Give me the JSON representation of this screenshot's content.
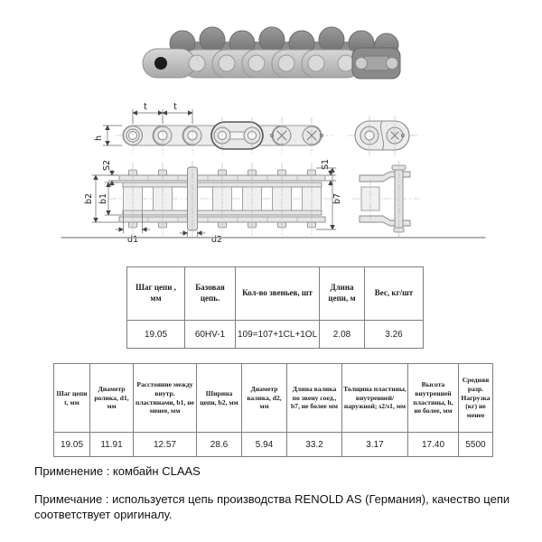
{
  "page": {
    "background": "#ffffff"
  },
  "colors": {
    "table_border": "#7e7e7e",
    "drawing_stroke": "#8a8a8a",
    "drawing_fill": "#ebebeb",
    "centerline": "#b5b5b5",
    "photo_metal_light": "#d2d2d2",
    "photo_metal_dark": "#8b8b8b",
    "text": "#111111"
  },
  "photo": {
    "name": "roller-chain-photo"
  },
  "drawing": {
    "labels": {
      "t1": "t",
      "t2": "t",
      "h": "h",
      "s2": "S2",
      "b2": "b2",
      "b1": "b1",
      "d1": "d1",
      "d2": "d2",
      "s1": "S1",
      "b7": "b7"
    }
  },
  "spec_table": {
    "headers": [
      "Шаг цепи , мм",
      "Базовая цепь.",
      "Кол-во звеньев, шт",
      "Длина цепи, м",
      "Вес, кг/шт"
    ],
    "values": [
      "19.05",
      "60HV-1",
      "109=107+1CL+1OL",
      "2.08",
      "3.26"
    ]
  },
  "dimensions_table": {
    "headers": [
      "Шаг цепи t, мм",
      "Диаметр ролика, d1, мм",
      "Расстояние между внутр. пластинами, b1, не менее, мм",
      "Ширина цепи, b2, мм",
      "Диаметр валика, d2, мм",
      "Длина валика по звену соед., b7, не более мм",
      "Толщина пластины, внутренней/наружной; s2/s1, мм",
      "Высота внутренней пластины, h, не более, мм",
      "Средняя разр. Нагрузка (кг) не менее"
    ],
    "values": [
      "19.05",
      "11.91",
      "12.57",
      "28.6",
      "5.94",
      "33.2",
      "3.17",
      "17.40",
      "5500"
    ]
  },
  "notes": {
    "application": "Применение : комбайн CLAAS",
    "remark": "Примечание : используется цепь производства RENOLD AS (Германия), качество цепи соответствует оригиналу."
  }
}
